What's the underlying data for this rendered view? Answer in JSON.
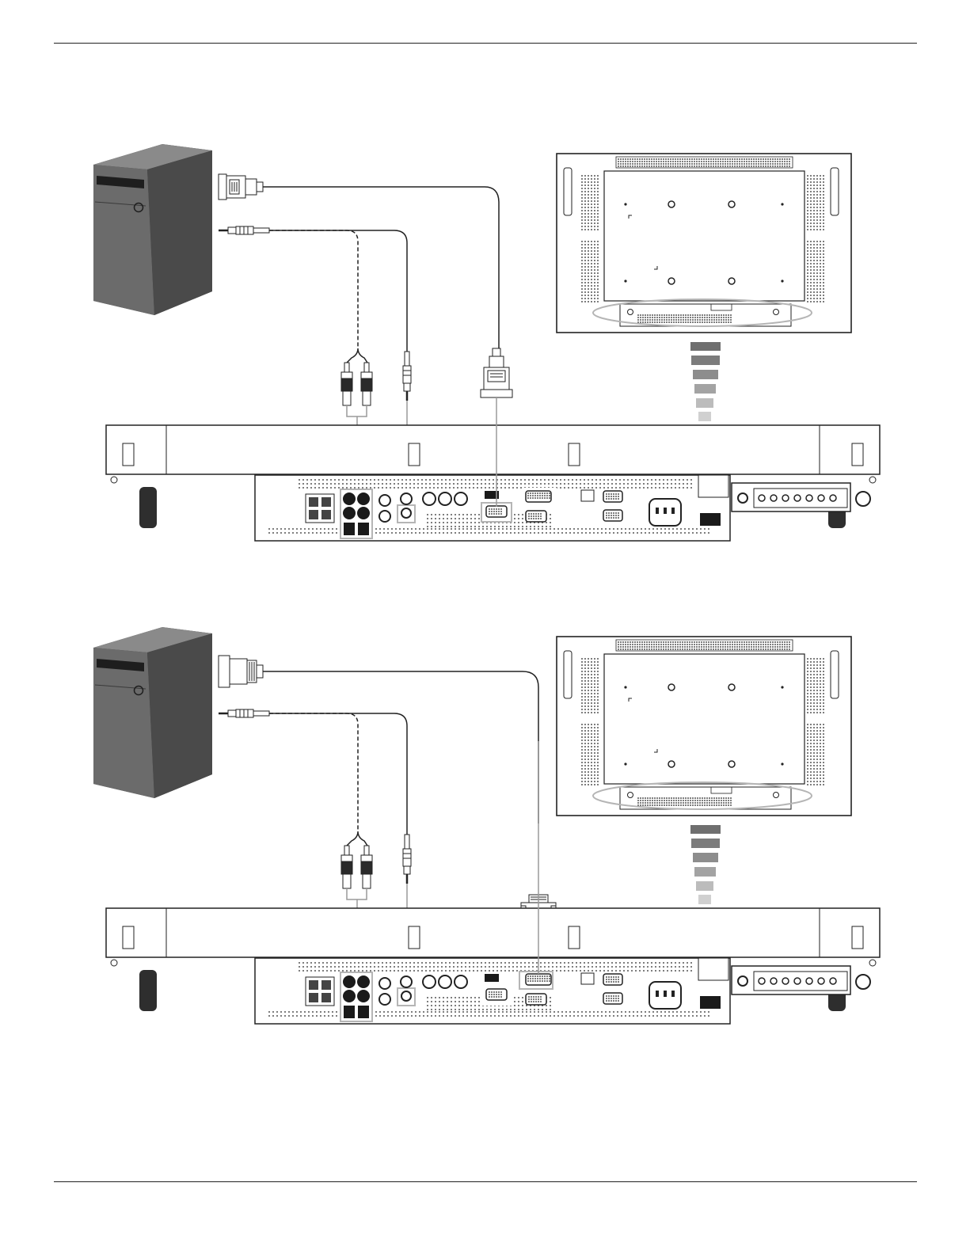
{
  "diagrams": [
    {
      "id": "vga-connection",
      "pc_connector": "vga",
      "display_connector": "vga"
    },
    {
      "id": "dvi-connection",
      "pc_connector": "dvi",
      "display_connector": "dvi"
    }
  ],
  "colors": {
    "line": "#222222",
    "tower_front": "#6b6b6b",
    "tower_side": "#4a4a4a",
    "tower_top": "#8a8a8a",
    "cable_gray": "#9a9a9a",
    "highlight": "#b5b5b5",
    "arrow_steps": [
      "#6f6f6f",
      "#7c7c7c",
      "#8d8d8d",
      "#a3a3a3",
      "#bcbcbc",
      "#d0d0d0",
      "#e2e2e2"
    ]
  },
  "icons": {
    "pc": "computer-tower-icon",
    "display": "display-rear-icon",
    "audio_plug": "stereo-mini-plug-icon",
    "rca_plug": "rca-plug-icon",
    "vga_plug": "vga-connector-icon",
    "dvi_plug": "dvi-connector-icon",
    "zoom": "zoom-arrow-icon"
  }
}
